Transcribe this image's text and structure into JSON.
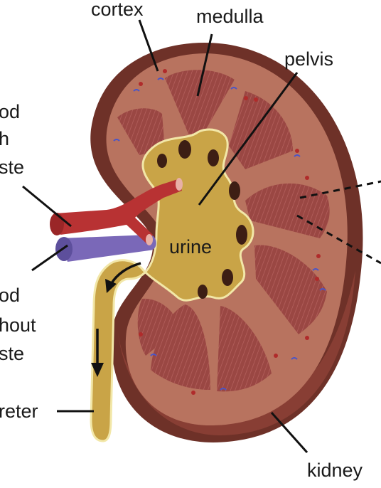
{
  "labels": {
    "cortex": "cortex",
    "medulla": "medulla",
    "pelvis": "pelvis",
    "blood_with_waste": [
      "od",
      "h",
      "ste"
    ],
    "blood_without_waste": [
      "od",
      "hout",
      "ste"
    ],
    "urine": "urine",
    "ureter": "reter",
    "kidney": "kidney"
  },
  "colors": {
    "capsule": "#7a3a30",
    "cortex": "#b46f5f",
    "pyramid": "#9e4a44",
    "pelvis": "#c9a447",
    "pelvis_edge": "#f2e7a8",
    "artery": "#b83233",
    "vein": "#7a68b8",
    "leader_line": "#111111"
  }
}
